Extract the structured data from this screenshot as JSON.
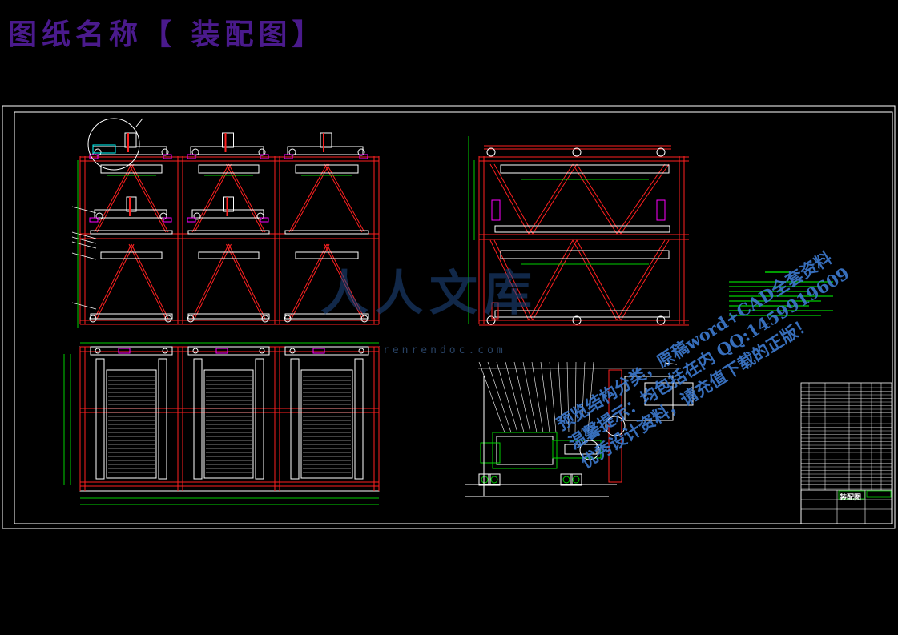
{
  "title": "图纸名称【 装配图】",
  "watermark": {
    "logo_text": "人人文库",
    "url": "renrendoc.com"
  },
  "diagonal_watermark": {
    "line1": "预览结构分类，原稿word+CAD全套资料",
    "line2": "温馨提示：均包括在内 QQ:1459919609",
    "line3": "优秀设计资料，请充值下载的正版！"
  },
  "title_block": {
    "name": "装配图"
  },
  "colors": {
    "background": "#000000",
    "title": "#4a1a8c",
    "frame": "#ffffff",
    "structure": "#ff2020",
    "dimension": "#00d000",
    "parts": "#ffffff",
    "magenta": "#ff00ff",
    "cyan": "#00ffff",
    "watermark": "#3d7bd0"
  }
}
